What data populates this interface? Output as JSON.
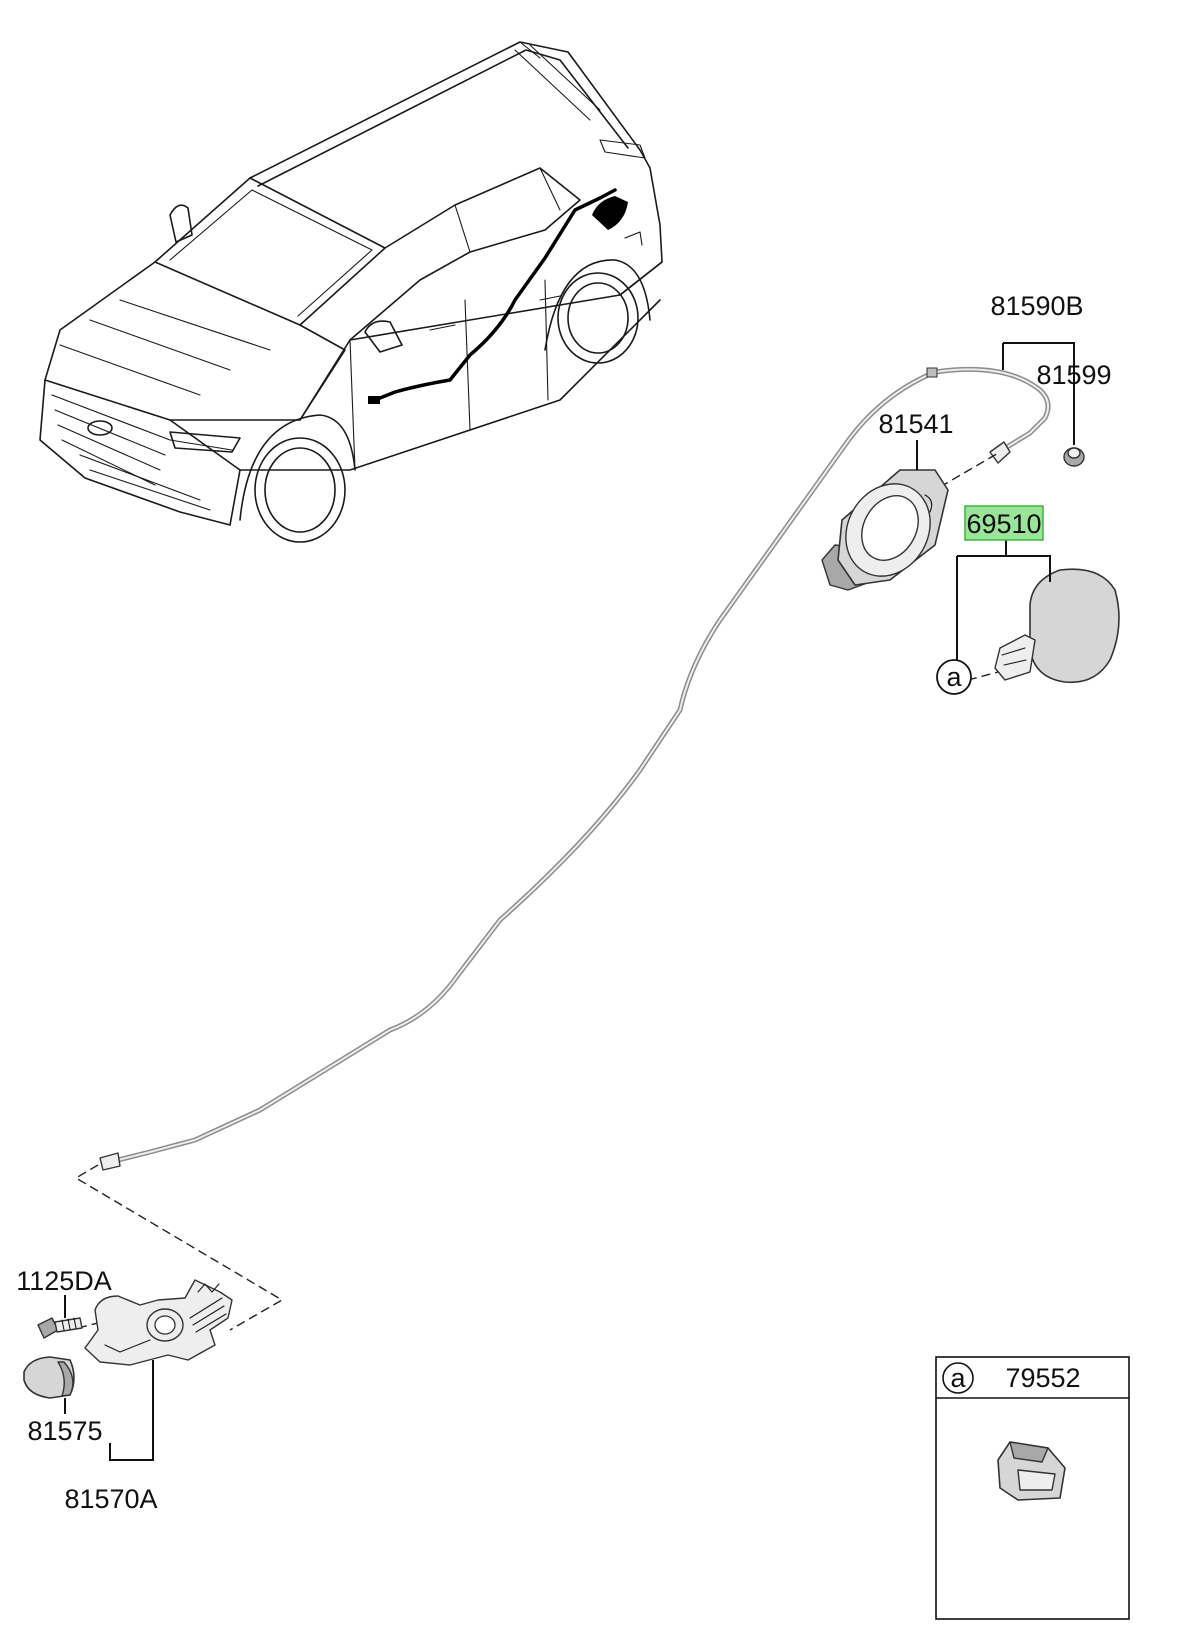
{
  "diagram": {
    "accent_highlight": "#9be59b",
    "callouts": {
      "harness_assy": "81590B",
      "retainer": "81599",
      "housing": "81541",
      "fuel_door": "69510",
      "screw": "1125DA",
      "cap": "81575",
      "actuator_assy": "81570A",
      "ref_marker": "a"
    },
    "legend": {
      "marker": "a",
      "part_no": "79552"
    }
  }
}
